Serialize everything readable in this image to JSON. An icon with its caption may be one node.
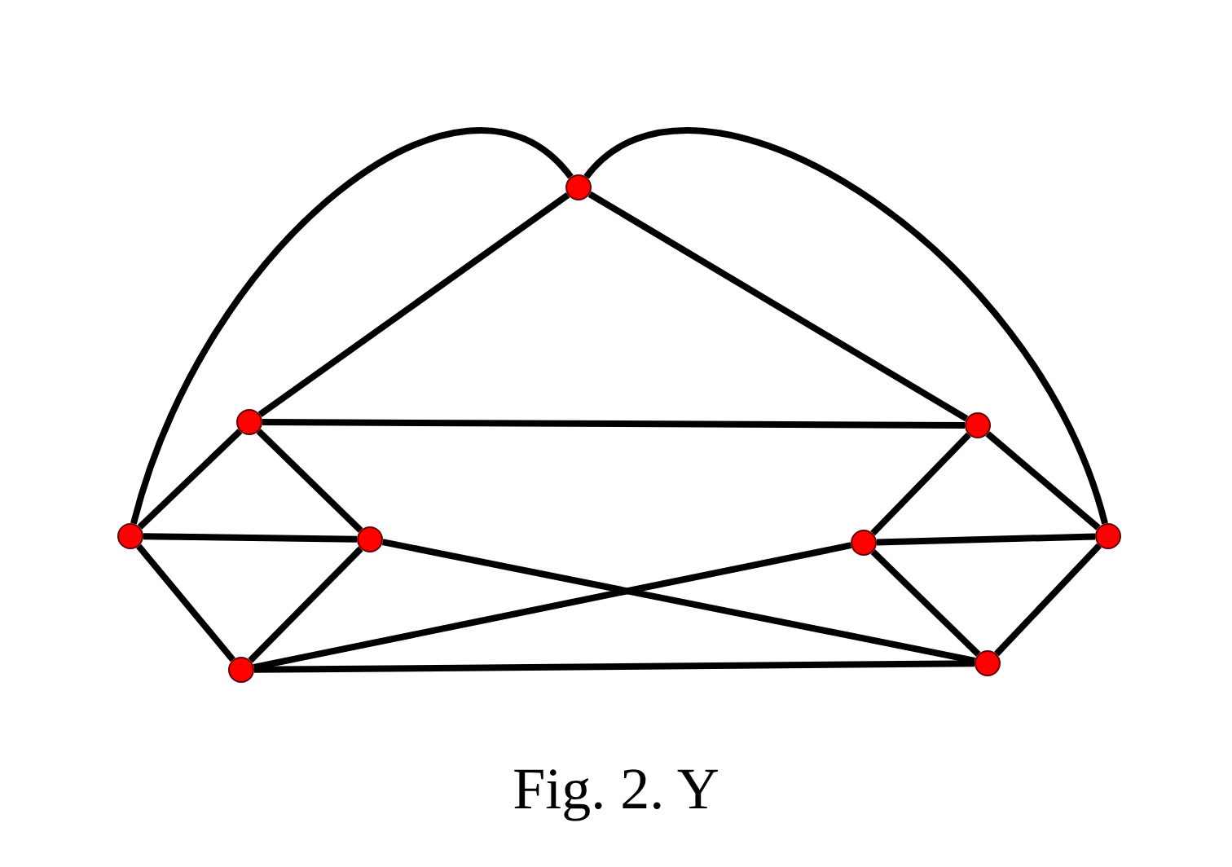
{
  "diagram": {
    "caption": "Fig. 2. Y",
    "nodes": [
      {
        "text": [],
        "shape": "circle"
      },
      {
        "text": [],
        "shape": "circle"
      },
      {
        "text": [],
        "shape": "circle"
      },
      {
        "text": [],
        "shape": "circle"
      },
      {
        "text": [],
        "shape": "circle"
      },
      {
        "text": [],
        "shape": "circle"
      },
      {
        "text": [],
        "shape": "circle"
      },
      {
        "text": [],
        "shape": "circle"
      },
      {
        "text": [],
        "shape": "circle"
      }
    ],
    "edges": [
      {
        "from": 3,
        "to": 0,
        "arrow": "none"
      },
      {
        "from": 0,
        "to": 6,
        "arrow": "none"
      },
      {
        "from": 0,
        "to": 1,
        "arrow": "none"
      },
      {
        "from": 0,
        "to": 2,
        "arrow": "none"
      },
      {
        "from": 1,
        "to": 2,
        "arrow": "none"
      },
      {
        "from": 1,
        "to": 3,
        "arrow": "none"
      },
      {
        "from": 1,
        "to": 4,
        "arrow": "none"
      },
      {
        "from": 3,
        "to": 4,
        "arrow": "none"
      },
      {
        "from": 3,
        "to": 7,
        "arrow": "none"
      },
      {
        "from": 4,
        "to": 7,
        "arrow": "none"
      },
      {
        "from": 4,
        "to": 8,
        "arrow": "none"
      },
      {
        "from": 7,
        "to": 5,
        "arrow": "none"
      },
      {
        "from": 7,
        "to": 8,
        "arrow": "none"
      },
      {
        "from": 2,
        "to": 5,
        "arrow": "none"
      },
      {
        "from": 2,
        "to": 6,
        "arrow": "none"
      },
      {
        "from": 5,
        "to": 6,
        "arrow": "none"
      },
      {
        "from": 5,
        "to": 8,
        "arrow": "none"
      },
      {
        "from": 6,
        "to": 8,
        "arrow": "none"
      }
    ]
  }
}
